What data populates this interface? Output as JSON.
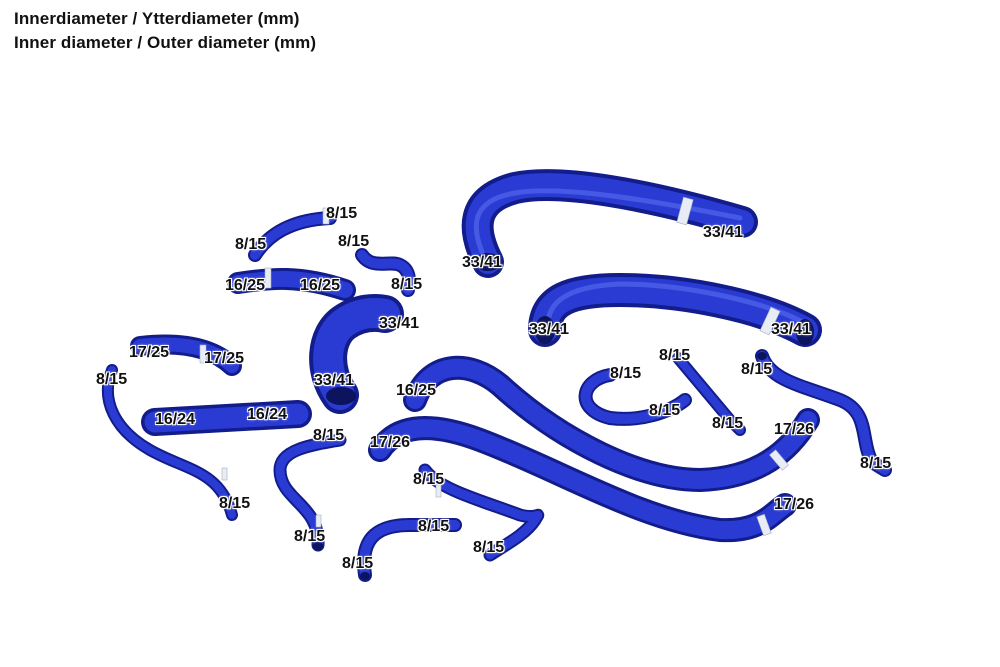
{
  "header": {
    "line1": "Innerdiameter / Ytterdiameter (mm)",
    "line2": "Inner diameter / Outer diameter (mm)"
  },
  "colors": {
    "hose": "#2233c9",
    "hose_dark": "#121c8a",
    "hose_light": "#5a6ef0",
    "clamp": "#e8ecf5",
    "background": "#ffffff"
  },
  "labels": {
    "l01": "8/15",
    "l02": "8/15",
    "l03": "8/15",
    "l04": "8/15",
    "l05": "16/25",
    "l06": "16/25",
    "l07": "33/41",
    "l08": "33/41",
    "l09": "33/41",
    "l10": "33/41",
    "l11": "33/41",
    "l12": "33/41",
    "l13": "17/25",
    "l14": "17/25",
    "l15": "8/15",
    "l16": "16/24",
    "l17": "16/24",
    "l18": "16/25",
    "l19": "8/15",
    "l20": "8/15",
    "l21": "8/15",
    "l22": "8/15",
    "l23": "8/15",
    "l24": "8/15",
    "l25": "17/26",
    "l26": "17/26",
    "l27": "17/26",
    "l28": "8/15",
    "l29": "8/15",
    "l30": "8/15",
    "l31": "8/15",
    "l32": "8/15",
    "l33": "8/15",
    "l34": "8/15"
  }
}
